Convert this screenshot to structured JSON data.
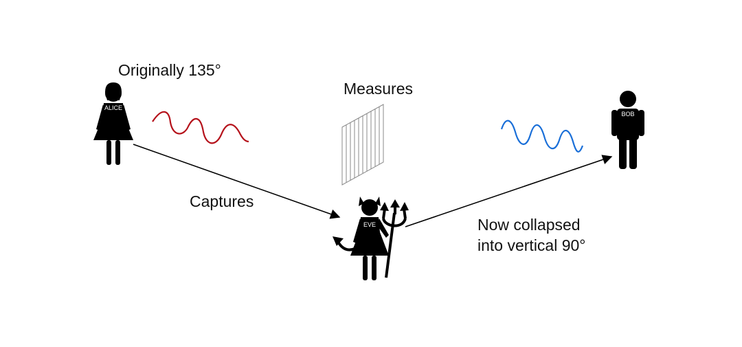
{
  "labels": {
    "alice_caption": "Originally 135°",
    "measures": "Measures",
    "captures": "Captures",
    "bob_caption_line1": "Now collapsed",
    "bob_caption_line2": "into vertical 90°"
  },
  "figures": {
    "alice": "ALICE",
    "eve": "EVE",
    "bob": "BOB"
  },
  "colors": {
    "alice_wave": "#b5121b",
    "bob_wave": "#1a6fd8",
    "arrow": "#000000",
    "polarizer": "#888888"
  }
}
